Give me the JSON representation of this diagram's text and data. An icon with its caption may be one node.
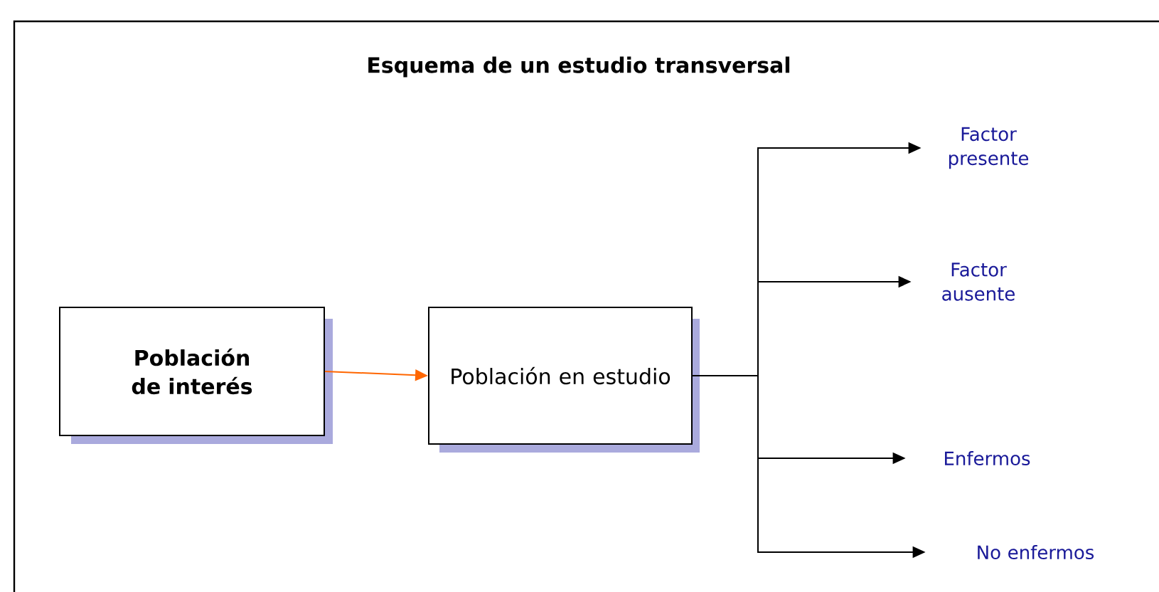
{
  "diagram": {
    "title": "Esquema de un estudio transversal",
    "nodes": [
      {
        "text": [
          "Población de interés"
        ]
      },
      {
        "text": [
          "Población en estudio"
        ]
      },
      {
        "text": [
          "Factor presente"
        ]
      },
      {
        "text": [
          "Factor ausente"
        ]
      },
      {
        "text": [
          "Enfermos"
        ]
      },
      {
        "text": [
          "No enfermos"
        ]
      }
    ],
    "edges": [
      {
        "from": 0,
        "to": 1,
        "arrow": "to",
        "color": "#ff6600"
      },
      {
        "from": 1,
        "to": 2,
        "arrow": "to"
      },
      {
        "from": 1,
        "to": 3,
        "arrow": "to"
      },
      {
        "from": 1,
        "to": 4,
        "arrow": "to"
      },
      {
        "from": 1,
        "to": 5,
        "arrow": "to"
      }
    ]
  }
}
